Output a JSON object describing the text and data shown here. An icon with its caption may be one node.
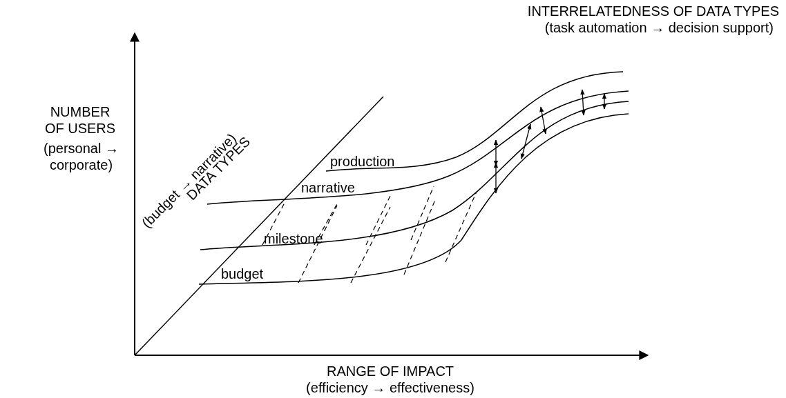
{
  "diagram": {
    "labels": [
      "INTERRELATEDNESS OF DATA TYPES",
      "(task automation → decision support)",
      "NUMBER OF USERS",
      "(personal → corporate)",
      "DATA TYPES",
      "(budget → narrative)",
      "production",
      "narrative",
      "milestone",
      "budget",
      "RANGE OF IMPACT",
      "(efficiency → effectiveness)"
    ]
  }
}
